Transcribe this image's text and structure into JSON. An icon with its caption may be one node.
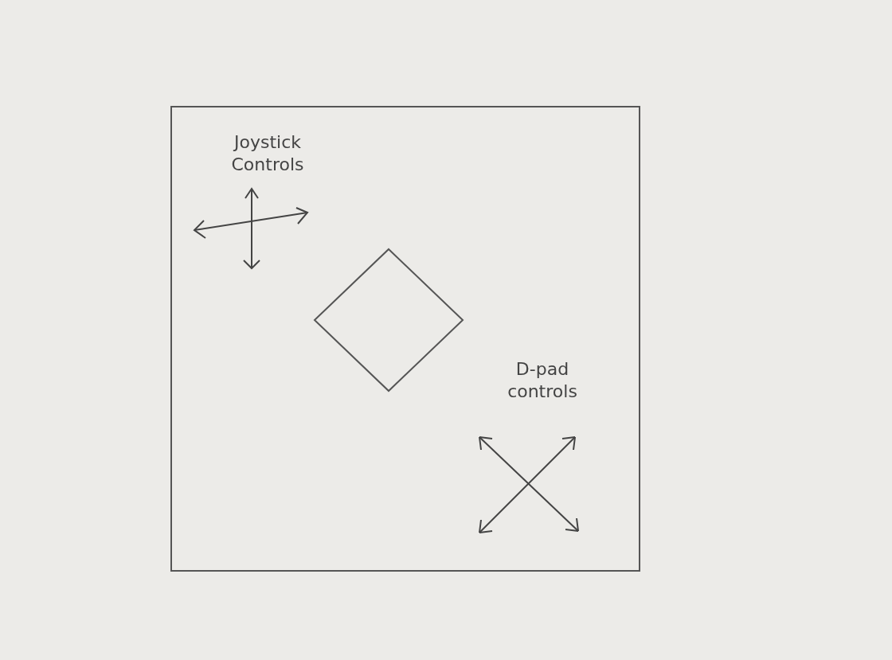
{
  "diagram": {
    "nodes": [
      {
        "text": [
          "Joystick Controls",
          "D-pad controls"
        ]
      },
      {
        "text": [],
        "shape": "diamond",
        "in": 0
      }
    ],
    "edges": []
  }
}
